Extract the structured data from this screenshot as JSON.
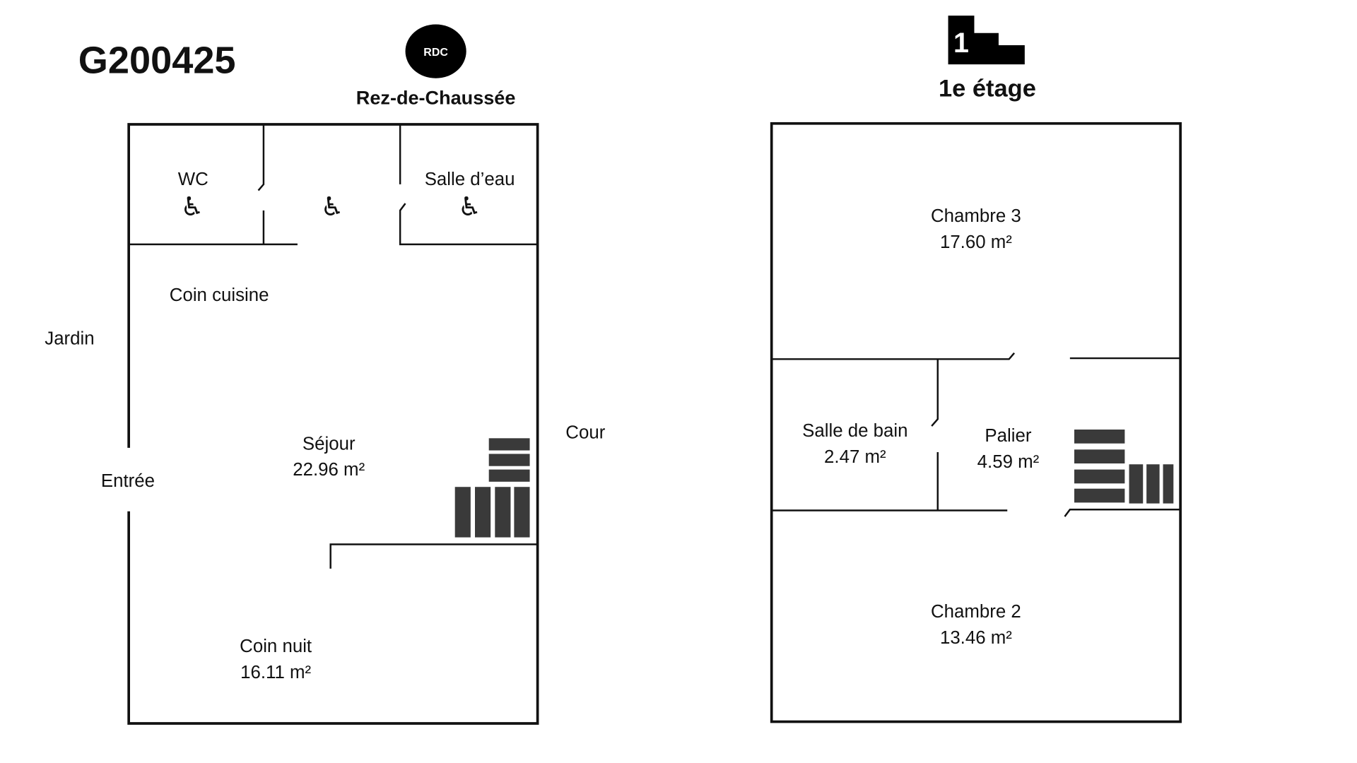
{
  "reference": "G200425",
  "ground_floor": {
    "badge": "RDC",
    "title": "Rez-de-Chaussée",
    "rooms": {
      "wc": {
        "name": "WC"
      },
      "salle_deau": {
        "name": "Salle d’eau"
      },
      "coin_cuisine": {
        "name": "Coin cuisine"
      },
      "sejour": {
        "name": "Séjour",
        "area": "22.96 m²"
      },
      "coin_nuit": {
        "name": "Coin nuit",
        "area": "16.11 m²"
      }
    },
    "surroundings": {
      "jardin": "Jardin",
      "entree": "Entrée",
      "cour": "Cour"
    },
    "icons": [
      "wheelchair-icon",
      "wheelchair-icon",
      "wheelchair-icon",
      "stairs-icon"
    ]
  },
  "first_floor": {
    "badge": "1",
    "title": "1e étage",
    "rooms": {
      "chambre3": {
        "name": "Chambre 3",
        "area": "17.60 m²"
      },
      "salle_de_bain": {
        "name": "Salle de bain",
        "area": "2.47 m²"
      },
      "palier": {
        "name": "Palier",
        "area": "4.59 m²"
      },
      "chambre2": {
        "name": "Chambre 2",
        "area": "13.46 m²"
      }
    },
    "icons": [
      "floor-level-icon",
      "stairs-icon"
    ]
  },
  "accessibility_symbol": "♿",
  "colors": {
    "ink": "#111111",
    "stairs": "#3a3a3a"
  }
}
